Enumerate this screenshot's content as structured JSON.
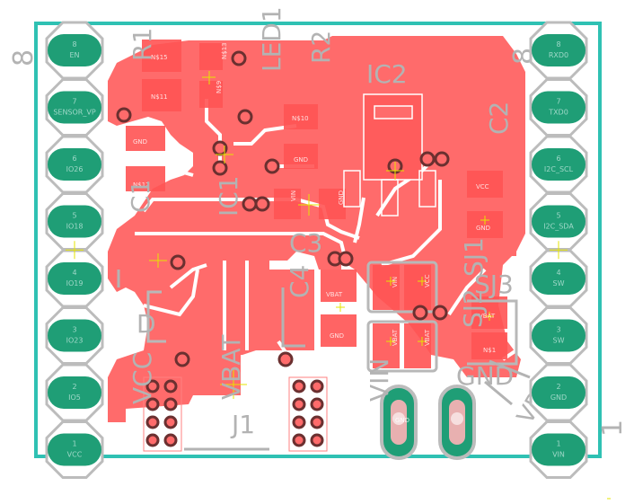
{
  "colors": {
    "copper": "#ff6b6b",
    "pad_green": "#1f9e76",
    "pad_ring": "#bcbcbc",
    "outline": "#2fc1b3",
    "silk": "#b3b3b3",
    "hole": "#e8b0b0",
    "yellow_mark": "#e6e600"
  },
  "left_header": {
    "count_mark": "8",
    "pins": [
      {
        "num": "8",
        "name": "EN"
      },
      {
        "num": "7",
        "name": "SENSOR_VP"
      },
      {
        "num": "6",
        "name": "IO26"
      },
      {
        "num": "5",
        "name": "IO18"
      },
      {
        "num": "4",
        "name": "IO19"
      },
      {
        "num": "3",
        "name": "IO23"
      },
      {
        "num": "2",
        "name": "IO5"
      },
      {
        "num": "1",
        "name": "VCC"
      }
    ]
  },
  "right_header": {
    "count_mark": "8",
    "end_mark": "1",
    "pins": [
      {
        "num": "8",
        "name": "RXD0"
      },
      {
        "num": "7",
        "name": "TXD0"
      },
      {
        "num": "6",
        "name": "I2C_SCL"
      },
      {
        "num": "5",
        "name": "I2C_SDA"
      },
      {
        "num": "4",
        "name": "SW"
      },
      {
        "num": "3",
        "name": "SW"
      },
      {
        "num": "2",
        "name": "GND"
      },
      {
        "num": "1",
        "name": "VIN"
      }
    ]
  },
  "refdes": {
    "r1": "R1",
    "r2": "R2",
    "led1": "LED1",
    "ic2": "IC2",
    "c2": "C2",
    "c1": "C1",
    "ic1": "IC1",
    "c3": "C3",
    "c4": "C4",
    "d": "D",
    "sj1": "SJ1",
    "sj2": "SJ2",
    "sj3": "SJ3",
    "j1": "J1",
    "gnd": "GND",
    "vbat_r": "VBAT",
    "vin": "VIN",
    "vbat_l": "VBAT",
    "vcc": "VCC"
  },
  "pad_labels": {
    "n15": "N$15",
    "n13": "N$13",
    "n11": "N$11",
    "n9": "N$9",
    "n10": "N$10",
    "gnd1": "GND",
    "n12": "N$12",
    "gnd2": "GND",
    "vin1": "VIN",
    "gnd3": "GND",
    "vbat1": "VBAT",
    "gnd4": "GND",
    "vcc1": "VCC",
    "vin2": "VIN",
    "vbat2": "VBAT",
    "n1": "N$1",
    "vcc2": "VCC",
    "gnd5": "GND",
    "vbat3": "VBAT",
    "gnd6": "GND"
  }
}
